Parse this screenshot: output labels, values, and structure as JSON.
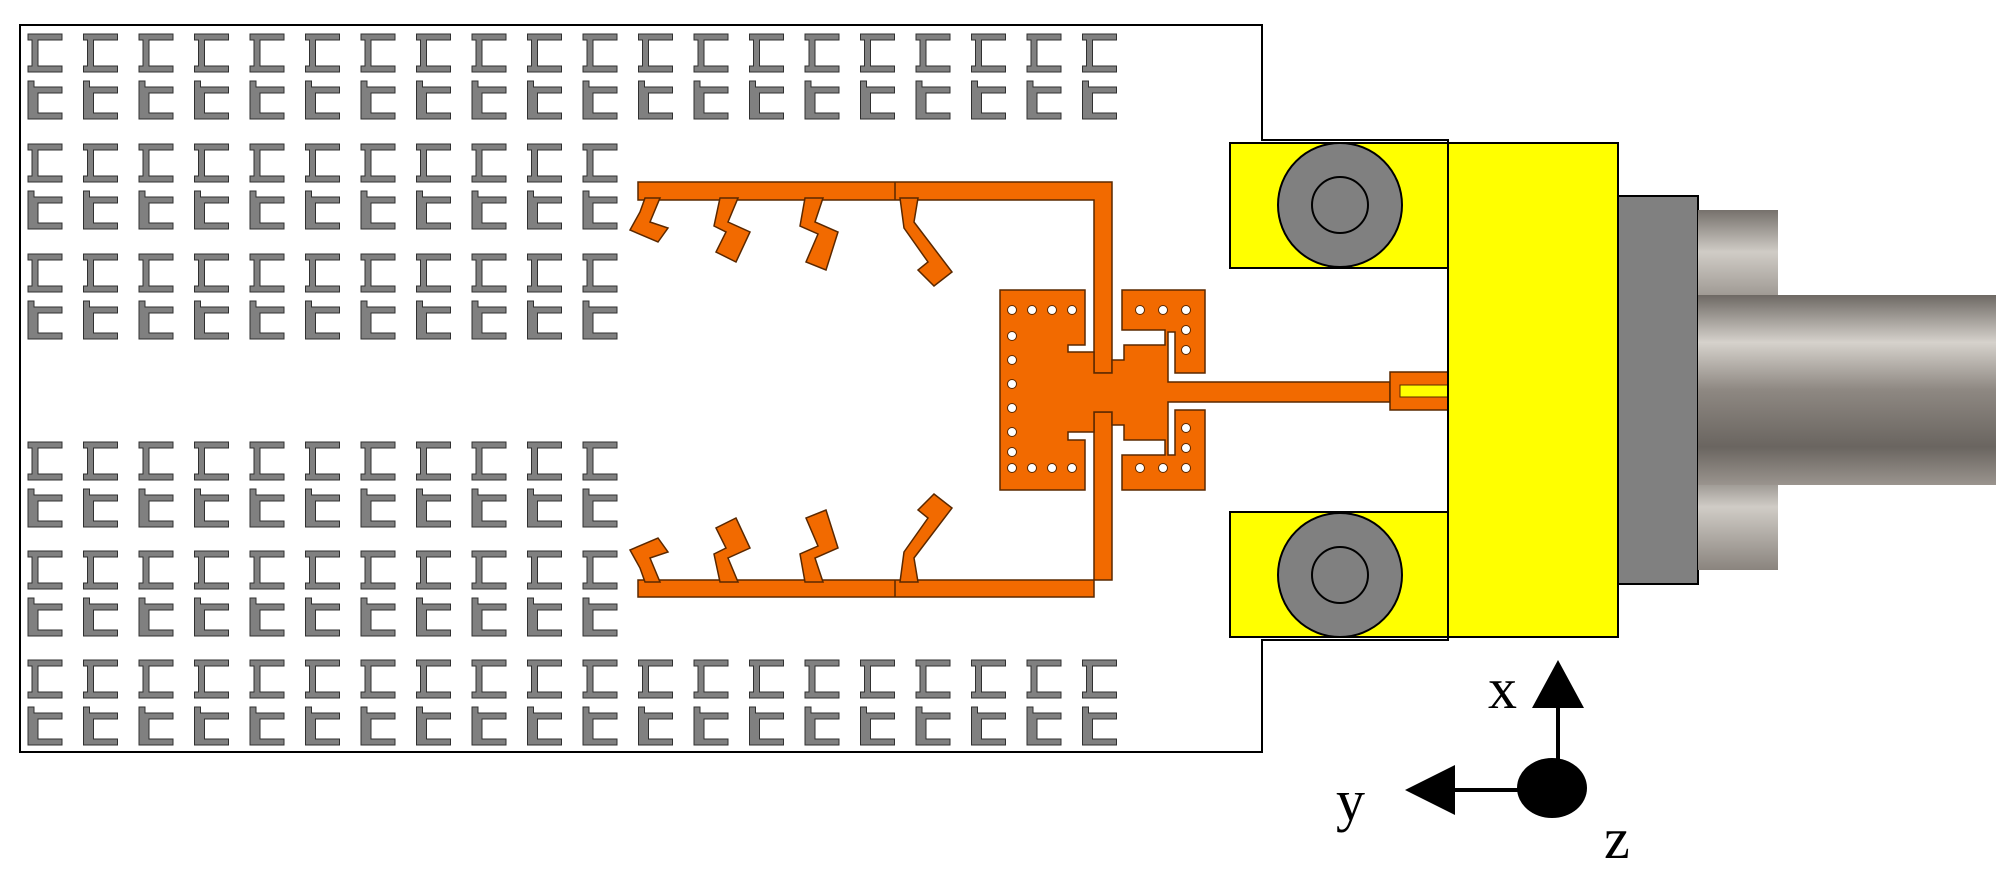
{
  "axes": {
    "x_label": "x",
    "y_label": "y",
    "z_label": "z"
  },
  "colors": {
    "substrate_outline": "#000000",
    "metamaterial_cell": "#808080",
    "metamaterial_outline": "#303030",
    "radiator_copper": "#f26a00",
    "radiator_outline": "#5a2800",
    "via_hole": "#ffffff",
    "connector_flange": "#ffff00",
    "connector_body": "#808080",
    "connector_pin": "#8c8580"
  },
  "metamaterial": {
    "cell_shape": "h-shaped-unit-cell",
    "bands": [
      {
        "rows": 2,
        "columns": 20
      },
      {
        "rows": 2,
        "columns": 11
      },
      {
        "rows": 2,
        "columns": 11
      },
      {
        "rows": 2,
        "columns": 11
      },
      {
        "rows": 2,
        "columns": 11
      },
      {
        "rows": 2,
        "columns": 20
      }
    ]
  },
  "radiator": {
    "via_rows": 4,
    "via_columns": 3,
    "dipole_stubs_per_arm": 4
  },
  "connector": {
    "screw_holes": 2
  }
}
